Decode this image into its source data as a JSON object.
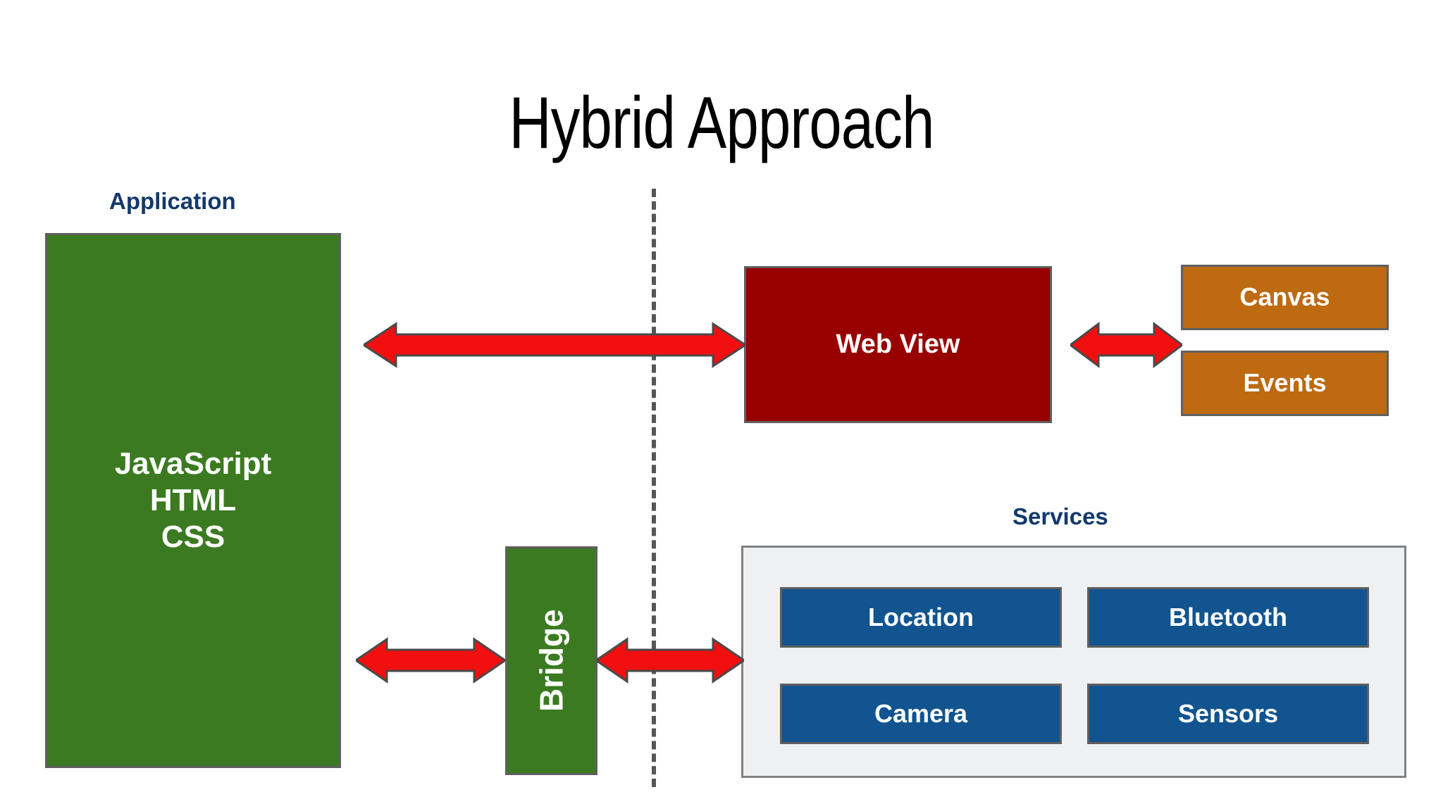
{
  "title": "Hybrid Approach",
  "captions": {
    "application": "Application",
    "services": "Services"
  },
  "blocks": {
    "application": {
      "lines": [
        "JavaScript",
        "HTML",
        "CSS"
      ],
      "color": "#3b7a21"
    },
    "bridge": {
      "label": "Bridge",
      "color": "#3b7a21"
    },
    "webview": {
      "label": "Web View",
      "color": "#980000"
    },
    "canvas": {
      "label": "Canvas",
      "color": "#bd6a11"
    },
    "events": {
      "label": "Events",
      "color": "#bd6a11"
    }
  },
  "services": {
    "panel_color": "#eff0f1",
    "items": [
      {
        "label": "Location",
        "color": "#11548f"
      },
      {
        "label": "Bluetooth",
        "color": "#11548f"
      },
      {
        "label": "Camera",
        "color": "#11548f"
      },
      {
        "label": "Sensors",
        "color": "#11548f"
      }
    ]
  },
  "connectors": [
    {
      "name": "application-to-webview",
      "style": "double-arrow",
      "color": "#f20f0f"
    },
    {
      "name": "webview-to-canvas-events",
      "style": "double-arrow",
      "color": "#f20f0f"
    },
    {
      "name": "application-to-bridge",
      "style": "double-arrow",
      "color": "#f20f0f"
    },
    {
      "name": "bridge-to-services",
      "style": "double-arrow",
      "color": "#f20f0f"
    }
  ],
  "divider": {
    "name": "native-boundary",
    "style": "dashed-vertical",
    "color": "#555658"
  },
  "colors": {
    "background": "#ffffff",
    "caption_text": "#13396b",
    "block_border": "#5f5f5f",
    "arrow_fill": "#f20f0f",
    "arrow_outline": "#4a4a4a"
  }
}
